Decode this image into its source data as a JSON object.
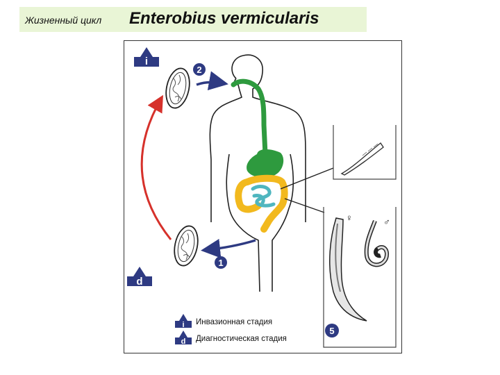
{
  "title": {
    "prefix": "Жизненный цикл",
    "species": "Enterobius vermicularis"
  },
  "stages": {
    "infective_symbol": "i",
    "diagnostic_symbol": "d",
    "step_1": "1",
    "step_2": "2",
    "step_5": "5",
    "female_symbol": "♀",
    "male_symbol": "♂"
  },
  "legend": {
    "infective_label": "Инвазионная стадия",
    "diagnostic_label": "Диагностическая стадия"
  },
  "colors": {
    "title_background": "#e9f5d6",
    "badge": "#2e3a82",
    "arrow_blue": "#2e3a82",
    "arrow_red": "#d6312b",
    "digestive_green": "#2e9a3e",
    "intestine_yellow": "#f2b91e",
    "intestine_teal": "#4fb6bf"
  }
}
